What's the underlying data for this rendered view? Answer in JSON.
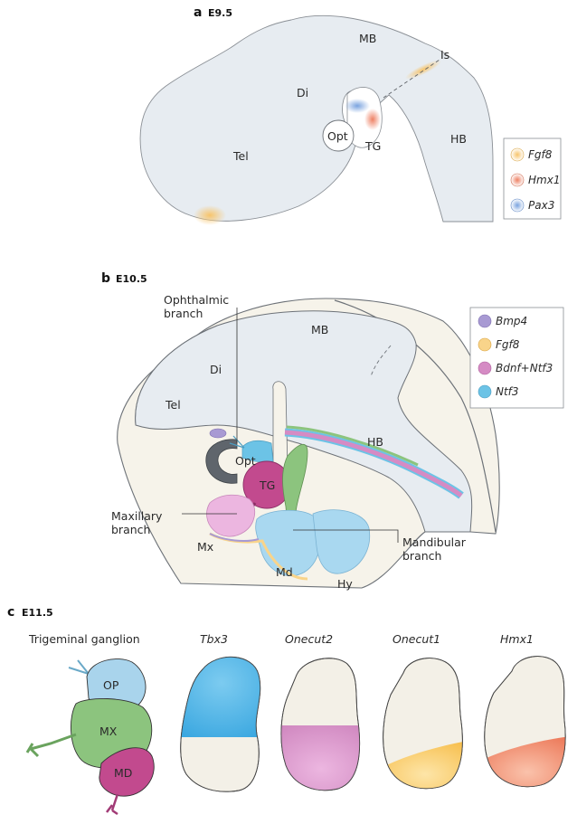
{
  "panel_a": {
    "letter": "a",
    "stage": "E9.5",
    "labels": {
      "mb": "MB",
      "is": "Is",
      "di": "Di",
      "opt": "Opt",
      "tg": "TG",
      "hb": "HB",
      "tel": "Tel"
    },
    "legend": [
      {
        "gene": "Fgf8",
        "color": "#f7c46b"
      },
      {
        "gene": "Hmx1",
        "color": "#ee8063"
      },
      {
        "gene": "Pax3",
        "color": "#7aa3df"
      }
    ]
  },
  "panel_b": {
    "letter": "b",
    "stage": "E10.5",
    "labels": {
      "ophthalmic": [
        "Ophthalmic",
        "branch"
      ],
      "mb": "MB",
      "di": "Di",
      "tel": "Tel",
      "hb": "HB",
      "opt": "Opt",
      "tg": "TG",
      "maxillary": [
        "Maxillary",
        "branch"
      ],
      "mx": "Mx",
      "md": "Md",
      "hy": "Hy",
      "mandibular": [
        "Mandibular",
        "branch"
      ]
    },
    "legend": [
      {
        "gene": "Bmp4",
        "color": "#a89ad3"
      },
      {
        "gene": "Fgf8",
        "color": "#f9d48a"
      },
      {
        "gene": "Bdnf+Ntf3",
        "color": "#d58bc4"
      },
      {
        "gene": "Ntf3",
        "color": "#6cc3e6"
      }
    ]
  },
  "panel_c": {
    "letter": "c",
    "stage": "E11.5",
    "ganglion_title": "Trigeminal ganglion",
    "ganglion_parts": {
      "op": "OP",
      "mx": "MX",
      "md": "MD"
    },
    "genes": [
      "Tbx3",
      "Onecut2",
      "Onecut1",
      "Hmx1"
    ],
    "colors": {
      "op": "#a9d4ec",
      "mx": "#8cc47e",
      "md": "#c24a8e",
      "tbx3": "#4fb3e6",
      "onecut2": "#d690c8",
      "onecut1": "#f9c75e",
      "hmx1": "#f08a6a"
    }
  }
}
